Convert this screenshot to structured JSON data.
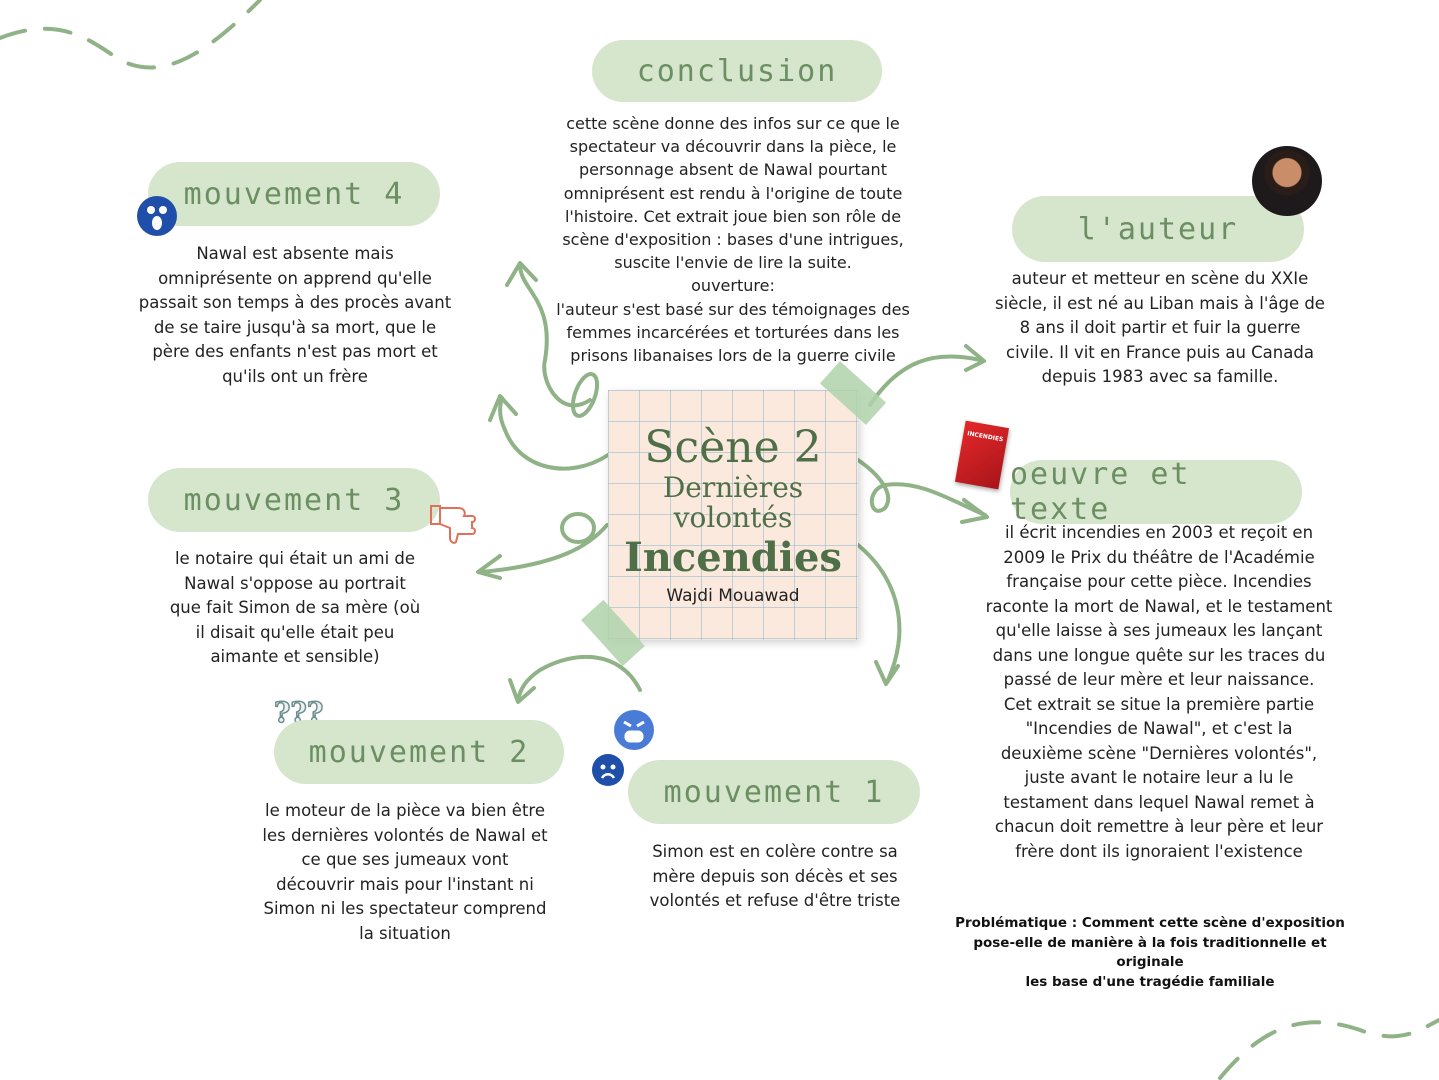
{
  "center": {
    "title": "Scène 2",
    "subtitle_line1": "Dernières",
    "subtitle_line2": "volontés",
    "play": "Incendies",
    "author": "Wajdi Mouawad"
  },
  "nodes": {
    "conclusion": {
      "title": "conclusion",
      "text": "cette scène donne des infos sur ce que le\nspectateur va découvrir dans la pièce, le\npersonnage absent de Nawal pourtant\nomniprésent est rendu à l'origine de toute\nl'histoire.  Cet extrait joue bien son rôle de\nscène d'exposition : bases d'une intrigues,\nsuscite l'envie de lire la suite.\nouverture:\nl'auteur s'est basé sur des témoignages des\nfemmes incarcérées et torturées dans les\nprisons libanaises lors de la guerre civile"
    },
    "mouvement4": {
      "title": "mouvement 4",
      "text": "Nawal est absente mais\nomniprésente on apprend qu'elle\npassait son temps à des procès avant\nde se taire jusqu'à sa mort, que le\npère des enfants n'est pas mort et\nqu'ils ont un frère"
    },
    "auteur": {
      "title": "l'auteur",
      "text": "auteur et metteur en scène du XXIe\nsiècle, il est né au Liban mais à l'âge de\n8 ans il doit partir et fuir la guerre\ncivile. Il vit en France puis au Canada\ndepuis 1983 avec sa famille."
    },
    "mouvement3": {
      "title": "mouvement 3",
      "text": "le notaire qui était un ami de\nNawal s'oppose au portrait\nque fait Simon de sa mère (où\nil disait qu'elle était peu\naimante et sensible)"
    },
    "oeuvre": {
      "title": "oeuvre et texte",
      "text": "il écrit incendies en 2003 et reçoit en\n2009 le Prix du théâtre de l'Académie\nfrançaise pour cette pièce. Incendies\nraconte la mort de Nawal, et le testament\nqu'elle laisse à ses jumeaux les lançant\ndans une longue quête sur les traces du\npassé de leur mère et leur naissance.\nCet extrait se situe la première partie\n\"Incendies de Nawal\", et c'est la\ndeuxième scène \"Dernières volontés\",\njuste avant le notaire leur a lu le\ntestament dans lequel Nawal remet à\nchacun doit remettre à leur père et leur\nfrère dont ils ignoraient l'existence"
    },
    "mouvement2": {
      "title": "mouvement 2",
      "text": "le moteur de la pièce va bien être\nles dernières volontés de Nawal et\nce que ses jumeaux vont\ndécouvrir mais pour l'instant ni\nSimon ni les spectateur comprend\nla situation"
    },
    "mouvement1": {
      "title": "mouvement 1",
      "text": "Simon est en colère contre sa\nmère depuis son décès et ses\nvolontés et refuse d'être triste"
    }
  },
  "problematique": "Problématique : Comment cette scène d'exposition\npose-elle de manière à la fois traditionnelle et originale\nles base d'une tragédie familiale",
  "book_cover_text": "INCENDIES",
  "icons": {
    "mouvement4": "surprised-face-icon",
    "mouvement3": "thumbs-down-icon",
    "mouvement2": "question-marks-icon",
    "angry": "angry-face-icon",
    "sad": "sad-face-icon",
    "author_photo": "author-photo",
    "book": "book-cover-icon"
  },
  "colors": {
    "pill": "#d6e6cc",
    "pill_text": "#6b8f62",
    "arrow": "#8fb286",
    "note": "#fbe9dd",
    "emoji_blue": "#1f4fa8",
    "emoji_light_blue": "#4a7bd6",
    "book_red": "#d21f24"
  }
}
